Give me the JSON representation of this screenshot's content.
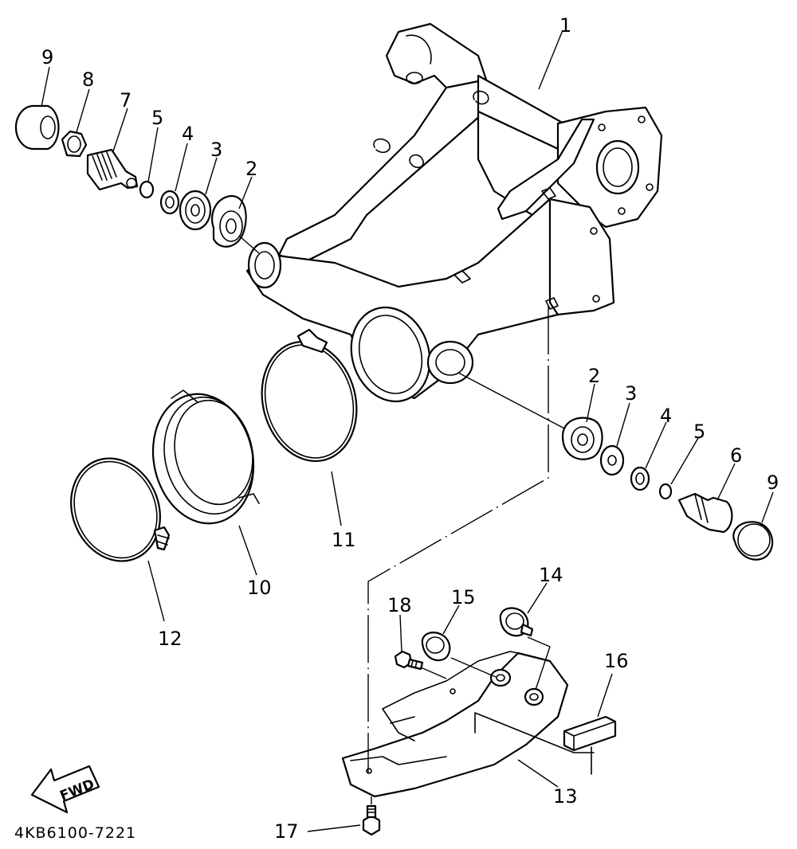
{
  "diagram": {
    "part_code": "4KB6100-7221",
    "fwd_label": "FWD",
    "callouts": [
      "1",
      "2",
      "3",
      "4",
      "5",
      "7",
      "8",
      "9",
      "2",
      "3",
      "4",
      "5",
      "6",
      "9",
      "10",
      "11",
      "12",
      "13",
      "14",
      "15",
      "16",
      "17",
      "18"
    ]
  }
}
